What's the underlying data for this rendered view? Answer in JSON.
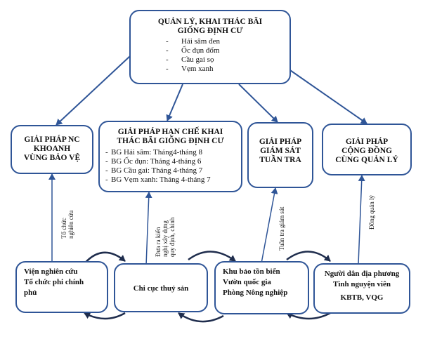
{
  "top": {
    "title_line1": "QUẢN LÝ, KHAI THÁC BÃI",
    "title_line2": "GIỐNG ĐỊNH CƯ",
    "items": [
      "Hải sâm đen",
      "Ốc đụn đốm",
      "Cầu gai sọ",
      "Vẹm xanh"
    ],
    "bullet": "-"
  },
  "solutions": [
    {
      "line1": "GIẢI PHÁP NC",
      "line2": "KHOANH",
      "line3": "VÙNG BẢO VỆ"
    },
    {
      "line1": "GIẢI PHÁP HẠN CHẾ KHAI",
      "line2": "THÁC BÃI GIỐNG ĐỊNH CƯ",
      "items": [
        "BG Hải sâm: Tháng4-tháng 8",
        "BG Ốc đụn: Tháng 4-tháng 6",
        "BG Cầu gai: Tháng 4-tháng 7",
        "BG Vẹm xanh: Tháng 4-tháng 7"
      ],
      "bullet": "-"
    },
    {
      "line1": "GIẢI PHÁP",
      "line2": "GIÁM SÁT",
      "line3": "TUẦN TRA"
    },
    {
      "line1": "GIẢI PHÁP",
      "line2": "CỘNG ĐỒNG",
      "line3": "CÙNG QUẢN LÝ"
    }
  ],
  "actors": [
    {
      "line1": "Viện nghiên cứu",
      "line2": "Tổ chức phi chính",
      "line3": "phủ"
    },
    {
      "line1": "Chi cục thuỷ sản"
    },
    {
      "line1": "Khu bảo tồn biển",
      "line2": "Vườn quốc gia",
      "line3": "Phòng Nông nghiệp"
    },
    {
      "line1": "Người dân địa phương",
      "line2": "Tình nguyện viên",
      "line3": "KBTB, VQG"
    }
  ],
  "links": {
    "l1_a": "Tổ chức",
    "l1_b": "nghiên cứu",
    "l2_a": "Đưa ra kiến",
    "l2_b": "nghị xây dựng",
    "l2_c": "quy định, chính",
    "l3": "Tuần tra giám sát",
    "l4": "Đồng quản lý"
  },
  "colors": {
    "border": "#2f5597",
    "arrow": "#2f5597",
    "dark_arrow": "#1f2d4d"
  }
}
